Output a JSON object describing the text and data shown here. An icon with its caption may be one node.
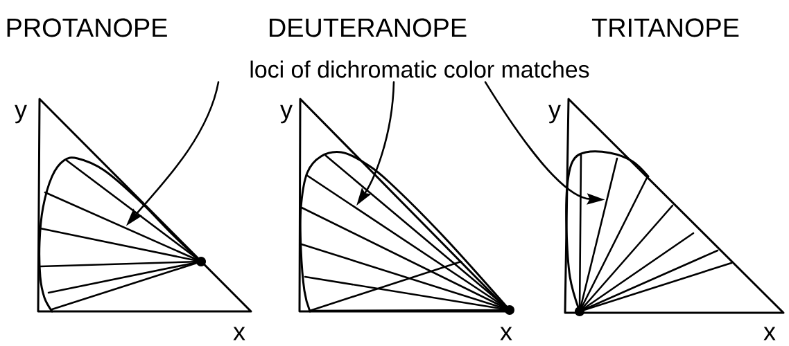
{
  "diagram": {
    "nodes": [
      {
        "text": [
          "loci of dichromatic color matches"
        ]
      },
      {
        "text": [],
        "shape": "line"
      },
      {
        "text": [],
        "shape": "line"
      },
      {
        "text": [],
        "shape": "line"
      }
    ],
    "edges": [
      {
        "from": 0,
        "to": 1,
        "arrow": "to"
      },
      {
        "from": 0,
        "to": 2,
        "arrow": "to"
      },
      {
        "from": 0,
        "to": 3,
        "arrow": "to"
      }
    ],
    "labels": [
      "PROTANOPE",
      "DEUTERANOPE",
      "TRITANOPE",
      "y",
      "y",
      "y",
      "x",
      "x",
      "x"
    ]
  }
}
